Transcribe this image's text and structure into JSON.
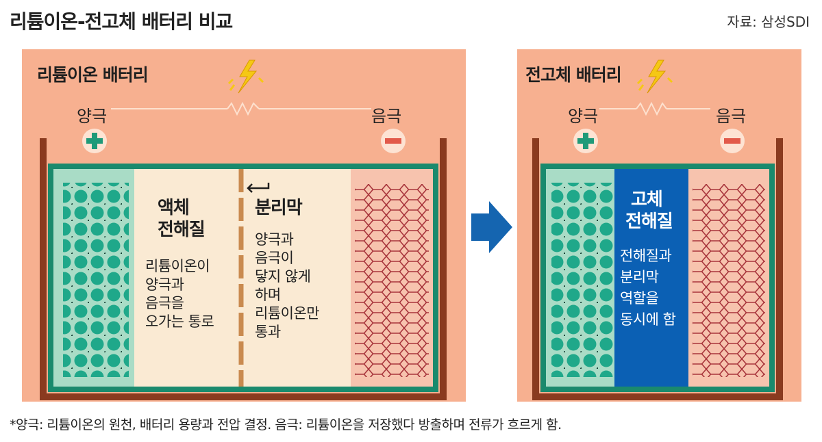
{
  "header": {
    "title": "리튬이온-전고체 배터리 비교",
    "source": "자료: 삼성SDI"
  },
  "liion": {
    "title": "리튬이온 배터리",
    "positive_label": "양극",
    "negative_label": "음극",
    "electrolyte_heading": [
      "액체",
      "전해질"
    ],
    "electrolyte_desc": [
      "리튬이온이",
      "양극과",
      "음극을",
      "오가는 통로"
    ],
    "separator_heading": "분리막",
    "separator_desc": [
      "양극과",
      "음극이",
      "닿지 않게",
      "하며",
      "리튬이온만",
      "통과"
    ]
  },
  "solid": {
    "title": "전고체 배터리",
    "positive_label": "양극",
    "negative_label": "음극",
    "electrolyte_heading": [
      "고체",
      "전해질"
    ],
    "electrolyte_desc": [
      "전해질과",
      "분리막",
      "역할을",
      "동시에 함"
    ]
  },
  "footnote": "*양극: 리튬이온의 원천, 배터리 용량과 전압 결정. 음극: 리튬이온을 저장했다 방출하며 전류가 흐르게 함.",
  "colors": {
    "panel_bg": "#f7b090",
    "anode": "#a9dcc6",
    "liquid_electrolyte": "#faead3",
    "cathode": "#f7c3ae",
    "solid_electrolyte": "#0b60b4",
    "casing": "#8a3a1f",
    "arrow": "#1565b0"
  }
}
